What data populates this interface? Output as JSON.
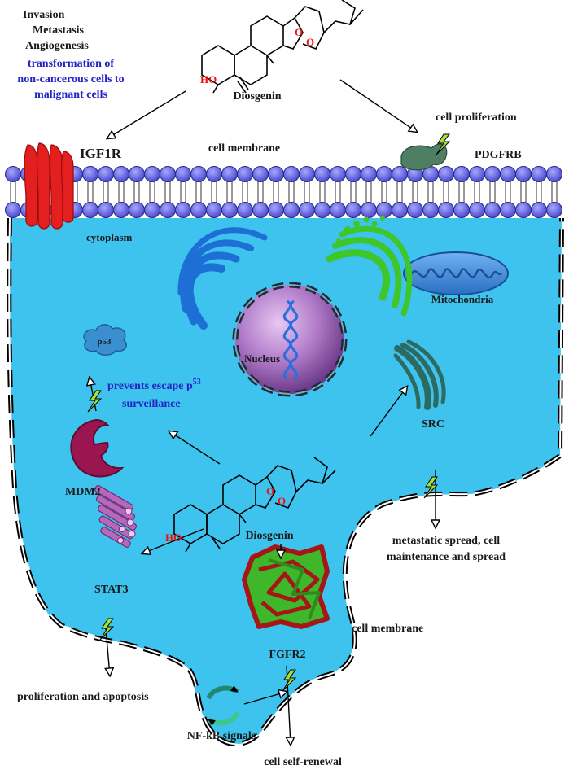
{
  "labels": {
    "invasion": "Invasion",
    "metastasis": "Metastasis",
    "angiogenesis": "Angiogenesis",
    "transformation_1": "transformation of",
    "transformation_2": "non-cancerous cells to",
    "transformation_3": "malignant cells",
    "diosgenin_top": "Diosgenin",
    "cell_proliferation": "cell proliferation",
    "igf1r": "IGF1R",
    "pdgfrb": "PDGFRB",
    "cell_membrane_top": "cell membrane",
    "cytoplasm": "cytoplasm",
    "mitochondria": "Mitochondria",
    "nucleus": "Nucleus",
    "p53": "p53",
    "prevents_1": "prevents escape p",
    "prevents_sup": "53",
    "prevents_2": "surveillance",
    "mdm2": "MDM2",
    "src": "SRC",
    "diosgenin_center": "Diosgenin",
    "metastatic_1": "metastatic spread, cell",
    "metastatic_2": "maintenance and spread",
    "stat3": "STAT3",
    "cell_membrane_bottom": "cell membrane",
    "fgfr2": "FGFR2",
    "proliferation_apoptosis": "proliferation and apoptosis",
    "nfkb": "NF-kB signals",
    "self_renewal": "cell self-renewal",
    "ho_top": "HO",
    "o_top_1": "O",
    "o_top_2": "O",
    "ho_center": "HO",
    "o_center_1": "O",
    "o_center_2": "O"
  },
  "colors": {
    "cytoplasm": "#3ec3ee",
    "membrane_head": "#6b6be0",
    "igf1r": "#e41f1f",
    "pdgfrb": "#4f7f63",
    "mdm2": "#9b1650",
    "golgi_blue": "#1d6fd6",
    "golgi_green": "#3ec62a",
    "nucleus": "#b07ac8",
    "stat3": "#a04aa8",
    "fgfr2_red": "#a51616",
    "fgfr2_green": "#3fb72a",
    "text_blue": "#2323c8"
  },
  "icons": [
    "lightning-icon",
    "arrow-icon",
    "receptor-icon",
    "molecule-icon"
  ]
}
